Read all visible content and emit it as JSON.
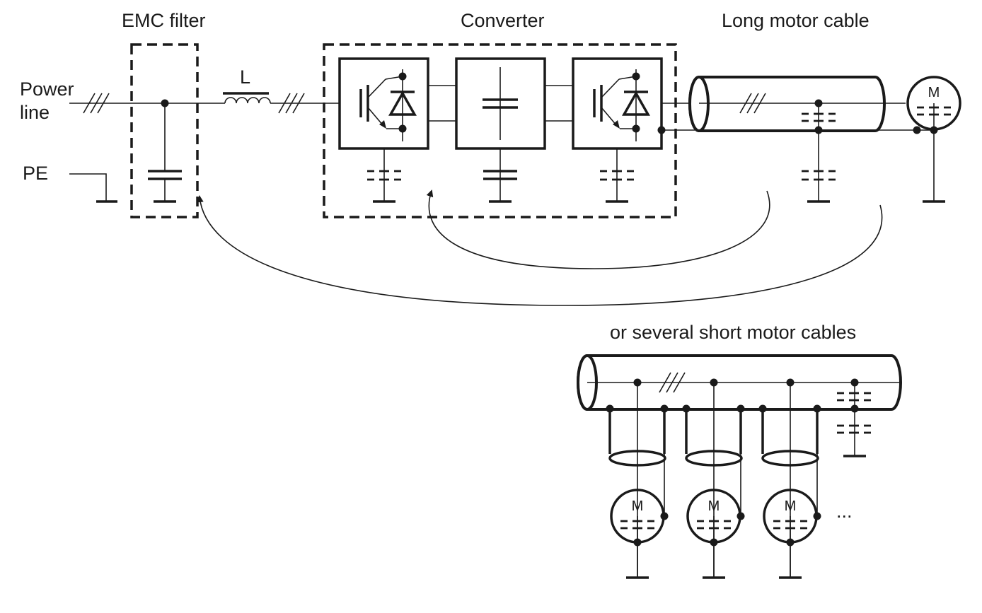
{
  "labels": {
    "emc_filter": "EMC filter",
    "converter": "Converter",
    "long_motor_cable": "Long motor cable",
    "power_line_1": "Power",
    "power_line_2": "line",
    "pe": "PE",
    "inductor": "L",
    "several_short_cables": "or several short motor cables",
    "ellipsis": "...",
    "motor": "M"
  }
}
